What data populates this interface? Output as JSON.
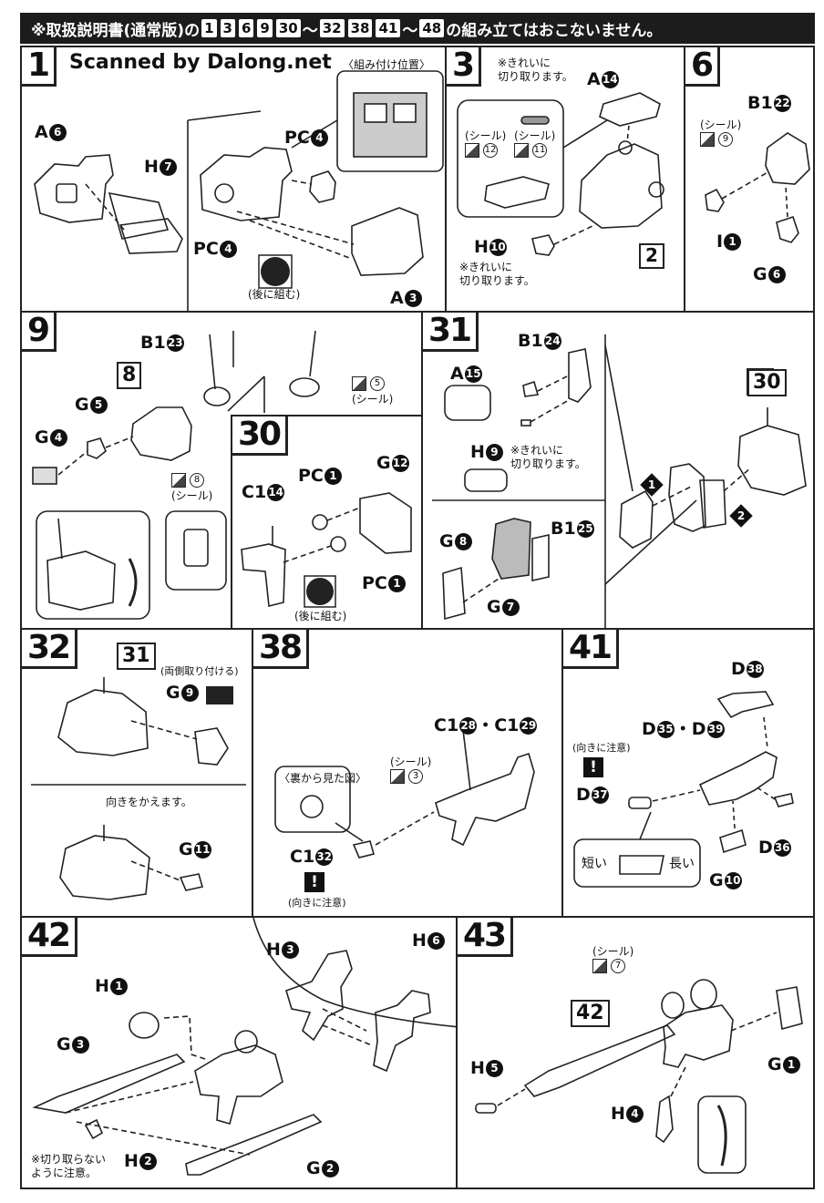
{
  "header": {
    "prefix": "※取扱説明書(通常版)の",
    "steps": [
      "1",
      "3",
      "6",
      "9",
      "30",
      "〜",
      "32",
      "38",
      "41",
      "〜",
      "48"
    ],
    "suffix": "の組み立てはおこないません。"
  },
  "watermark": "Scanned by Dalong.net",
  "panel_1": {
    "step": "1",
    "callout": "〈組み付け位置〉",
    "parts": {
      "a6": "A",
      "a6_n": "6",
      "h7": "H",
      "h7_n": "7",
      "pc4a": "PC",
      "pc4a_n": "4",
      "pc4b": "PC",
      "pc4b_n": "4",
      "a3": "A",
      "a3_n": "3"
    },
    "note": "(後に組む)"
  },
  "panel_3": {
    "step": "3",
    "note_top": "※きれいに\n切り取ります。",
    "note_bottom": "※きれいに\n切り取ります。",
    "parts": {
      "a14": "A",
      "a14_n": "14",
      "h10": "H",
      "h10_n": "10"
    },
    "ref": "2",
    "seal_label_1": "(シール)",
    "seal_num_1": "12",
    "seal_label_2": "(シール)",
    "seal_num_2": "11"
  },
  "panel_6": {
    "step": "6",
    "parts": {
      "b122": "B1",
      "b122_n": "22",
      "i1": "I",
      "i1_n": "1",
      "g6": "G",
      "g6_n": "6"
    },
    "seal_label": "(シール)",
    "seal_num": "9"
  },
  "panel_9": {
    "step": "9",
    "ref": "8",
    "parts": {
      "b123": "B1",
      "b123_n": "23",
      "g5": "G",
      "g5_n": "5",
      "g4": "G",
      "g4_n": "4"
    },
    "seal_label_1": "(シール)",
    "seal_num_1": "5",
    "seal_label_2": "(シール)",
    "seal_num_2": "8"
  },
  "panel_30": {
    "step": "30",
    "parts": {
      "c114": "C1",
      "c114_n": "14",
      "pc1a": "PC",
      "pc1a_n": "1",
      "g12": "G",
      "g12_n": "12",
      "pc1b": "PC",
      "pc1b_n": "1"
    },
    "note": "(後に組む)"
  },
  "panel_31": {
    "step": "31",
    "ref": "30",
    "parts": {
      "b124": "B1",
      "b124_n": "24",
      "a15": "A",
      "a15_n": "15",
      "h9": "H",
      "h9_n": "9",
      "g8": "G",
      "g8_n": "8",
      "b125": "B1",
      "b125_n": "25",
      "g7": "G",
      "g7_n": "7"
    },
    "note": "※きれいに\n切り取ります。",
    "mark1": "1",
    "mark2": "2"
  },
  "panel_32": {
    "step": "32",
    "ref": "31",
    "note_both": "(両側取り付ける)",
    "note_turn": "向きをかえます。",
    "parts": {
      "g9": "G",
      "g9_n": "9",
      "g11": "G",
      "g11_n": "11"
    }
  },
  "panel_38": {
    "step": "38",
    "parts": {
      "c128": "C1",
      "c128_n": "28",
      "dot": "・",
      "c129": "C1",
      "c129_n": "29",
      "c132": "C1",
      "c132_n": "32"
    },
    "seal_label": "(シール)",
    "seal_num": "3",
    "back_view": "〈裏から見た図〉",
    "caution": "(向きに注意)"
  },
  "panel_41": {
    "step": "41",
    "parts": {
      "d38": "D",
      "d38_n": "38",
      "d35": "D",
      "d35_n": "35",
      "dot": "・",
      "d39": "D",
      "d39_n": "39",
      "d37": "D",
      "d37_n": "37",
      "d36": "D",
      "d36_n": "36",
      "g10": "G",
      "g10_n": "10"
    },
    "caution": "(向きに注意)",
    "short": "短い",
    "long": "長い"
  },
  "panel_42": {
    "step": "42",
    "parts": {
      "h1": "H",
      "h1_n": "1",
      "h3": "H",
      "h3_n": "3",
      "h6": "H",
      "h6_n": "6",
      "g3": "G",
      "g3_n": "3",
      "h2": "H",
      "h2_n": "2",
      "g2": "G",
      "g2_n": "2"
    },
    "note": "※切り取らない\nように注意。"
  },
  "panel_43": {
    "step": "43",
    "ref": "42",
    "seal_label": "(シール)",
    "seal_num": "7",
    "parts": {
      "g1": "G",
      "g1_n": "1",
      "h5": "H",
      "h5_n": "5",
      "h4": "H",
      "h4_n": "4"
    }
  }
}
